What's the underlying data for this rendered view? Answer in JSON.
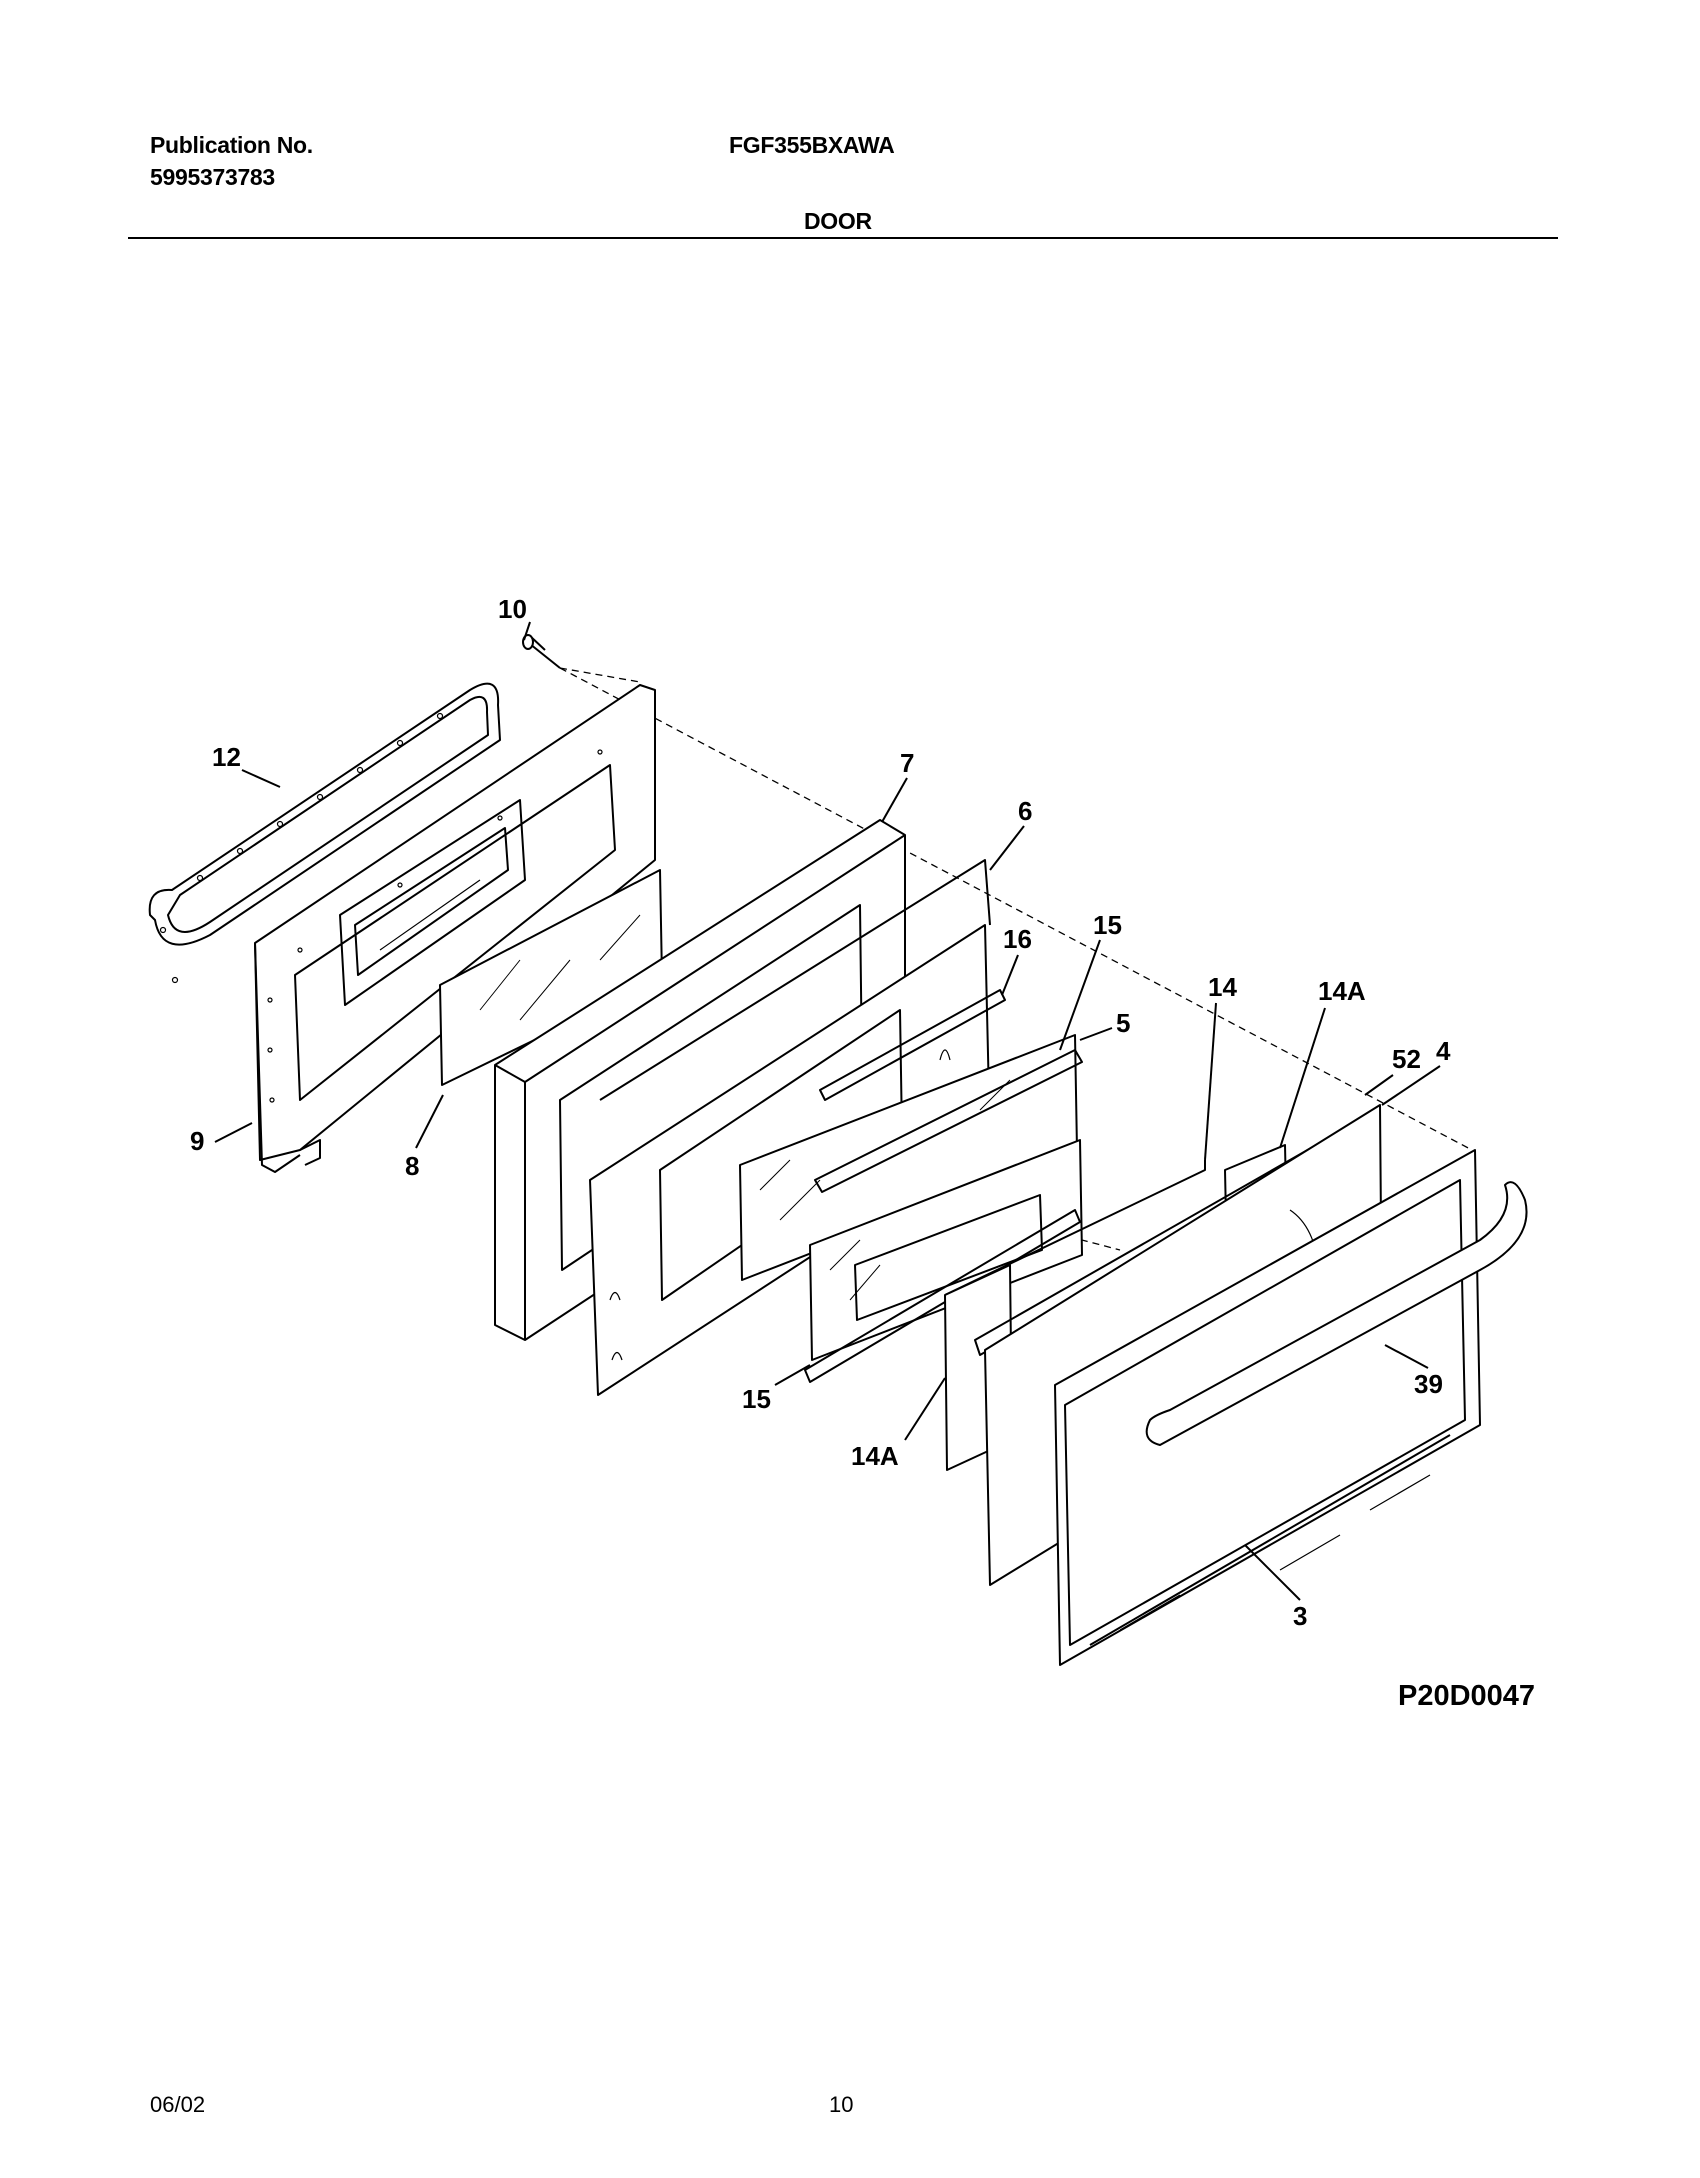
{
  "header": {
    "publication_label": "Publication No.",
    "publication_number": "5995373783",
    "model": "FGF355BXAWA",
    "section": "DOOR"
  },
  "diagram": {
    "callouts": [
      "10",
      "12",
      "9",
      "8",
      "7",
      "6",
      "16",
      "15",
      "5",
      "14",
      "14A",
      "52",
      "4",
      "39",
      "15",
      "14A",
      "3"
    ],
    "figure_id": "P20D0047"
  },
  "footer": {
    "date": "06/02",
    "page": "10"
  }
}
